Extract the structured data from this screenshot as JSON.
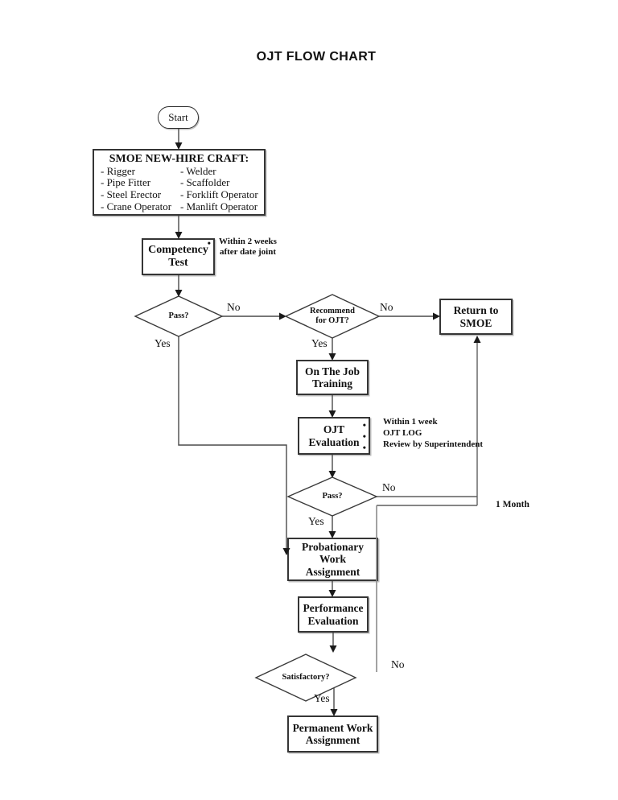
{
  "title": "OJT FLOW CHART",
  "colors": {
    "line": "#4a4a4a",
    "connector_gray": "#8a8a8a",
    "border": "#353535",
    "text": "#111111"
  },
  "nodes": {
    "start": "Start",
    "smoe": {
      "title": "SMOE NEW-HIRE CRAFT:",
      "rows": [
        {
          "left": "-  Rigger",
          "right": "- Welder"
        },
        {
          "left": "-  Pipe Fitter",
          "right": "- Scaffolder"
        },
        {
          "left": "-  Steel Erector",
          "right": "- Forklift Operator"
        },
        {
          "left": "-  Crane Operator",
          "right": "- Manlift Operator"
        }
      ]
    },
    "competency": {
      "label": "Competency\nTest",
      "bullet": "•",
      "note": "Within 2 weeks\nafter date joint"
    },
    "pass1": "Pass?",
    "recommend": "Recommend\nfor OJT?",
    "return_smoe": "Return to\nSMOE",
    "training": "On The Job\nTraining",
    "evaluation": {
      "label": "OJT\nEvaluation",
      "bullets": [
        "•",
        "•",
        "•"
      ],
      "notes": [
        "Within 1 week",
        "OJT LOG",
        "Review by Superintendent"
      ]
    },
    "pass2": "Pass?",
    "probationary": "Probationary\nWork\nAssignment",
    "performance": "Performance\nEvaluation",
    "satisfactory": "Satisfactory?",
    "permanent": "Permanent Work\nAssignment"
  },
  "edge_labels": {
    "pass1_no": "No",
    "pass1_yes": "Yes",
    "recommend_no": "No",
    "recommend_yes": "Yes",
    "pass2_no": "No",
    "pass2_yes": "Yes",
    "satisfactory_no": "No",
    "satisfactory_yes": "Yes",
    "one_month": "1 Month"
  }
}
